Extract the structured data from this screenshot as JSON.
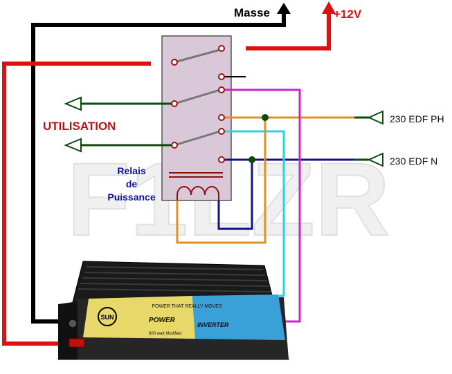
{
  "labels": {
    "ground": "Masse",
    "positive": "+12V",
    "usage": "UTILISATION",
    "relay_line1": "Relais",
    "relay_line2": "de",
    "relay_line3": "Puissance",
    "grid_phase": "230 EDF PH",
    "grid_neutral": "230 EDF N"
  },
  "watermark": "F1LZR",
  "inverter": {
    "brand_top": "POWER THAT REALLY MOVES",
    "brand_main": "POWER",
    "brand_sub": "INVERTER",
    "rating": "800 watt Modified",
    "logo": "SUN"
  },
  "colors": {
    "ground_wire": "#000000",
    "positive_wire": "#e01010",
    "usage_wire": "#0a4a0a",
    "phase_wire": "#e09020",
    "neutral_wire": "#10108a",
    "magenta_wire": "#d020d0",
    "cyan_wire": "#30d0e0",
    "relay_body": "#d8c8d8",
    "contact": "#a01010",
    "label_red": "#e01010",
    "label_blue": "#1010a0"
  }
}
